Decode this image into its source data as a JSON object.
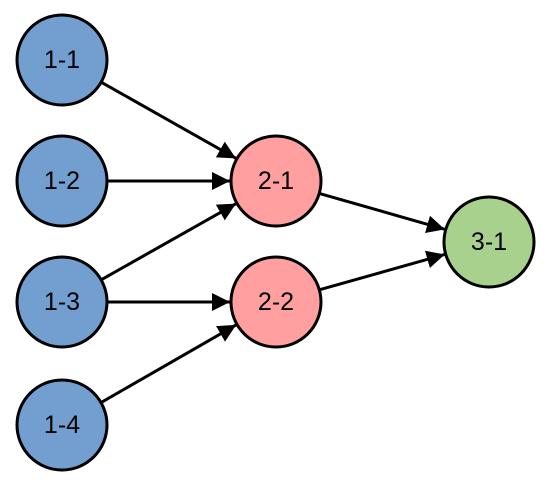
{
  "colors": {
    "layer1": "#729fcf",
    "layer2": "#ff9f9f",
    "layer3": "#a9d18e",
    "stroke": "#000000"
  },
  "nodes": [
    {
      "id": "1-1",
      "label": "1-1",
      "layer": 1
    },
    {
      "id": "1-2",
      "label": "1-2",
      "layer": 1
    },
    {
      "id": "1-3",
      "label": "1-3",
      "layer": 1
    },
    {
      "id": "1-4",
      "label": "1-4",
      "layer": 1
    },
    {
      "id": "2-1",
      "label": "2-1",
      "layer": 2
    },
    {
      "id": "2-2",
      "label": "2-2",
      "layer": 2
    },
    {
      "id": "3-1",
      "label": "3-1",
      "layer": 3
    }
  ],
  "edges": [
    {
      "from": "1-1",
      "to": "2-1"
    },
    {
      "from": "1-2",
      "to": "2-1"
    },
    {
      "from": "1-3",
      "to": "2-1"
    },
    {
      "from": "1-3",
      "to": "2-2"
    },
    {
      "from": "1-4",
      "to": "2-2"
    },
    {
      "from": "2-1",
      "to": "3-1"
    },
    {
      "from": "2-2",
      "to": "3-1"
    }
  ]
}
